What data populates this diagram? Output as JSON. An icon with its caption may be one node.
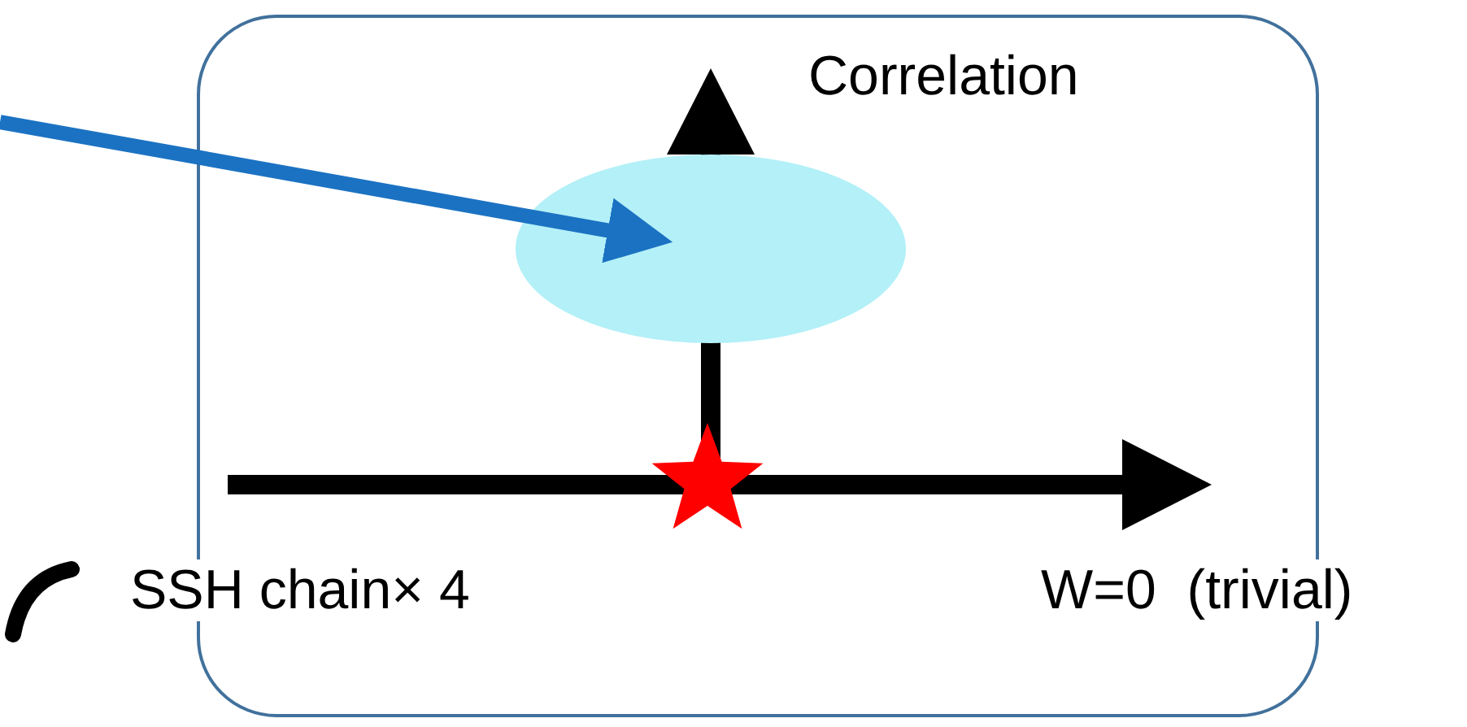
{
  "diagram": {
    "nodes": [
      {
        "text": [],
        "shape": "box"
      },
      {
        "text": [],
        "shape": "ellipse",
        "in": 0
      }
    ],
    "edges": [
      {
        "from": null,
        "to": 1,
        "arrow": "to",
        "color": "#1b72c2"
      }
    ],
    "labels": [
      "Correlation",
      "SSH chain× 4",
      "W=0  (trivial)"
    ]
  }
}
